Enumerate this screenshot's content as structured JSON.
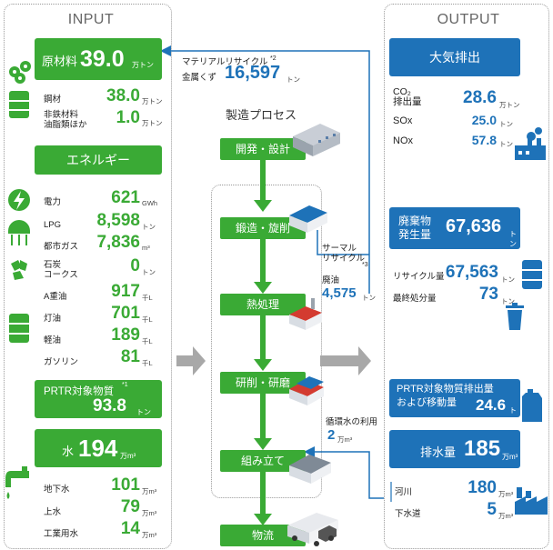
{
  "input": {
    "title": "INPUT",
    "raw_material": {
      "label": "原材料",
      "value": "39.0",
      "unit": "万トン"
    },
    "steel": {
      "label": "鋼材",
      "value": "38.0",
      "unit": "万トン"
    },
    "nonsteel": {
      "label": "非鉄材料\n油脂類ほか",
      "value": "1.0",
      "unit": "万トン"
    },
    "energy_label": "エネルギー",
    "energy_items": [
      {
        "label": "電力",
        "value": "621",
        "unit": "GWh"
      },
      {
        "label": "LPG",
        "value": "8,598",
        "unit": "トン"
      },
      {
        "label": "都市ガス",
        "value": "7,836",
        "unit": "m³"
      },
      {
        "label": "石炭\nコークス",
        "value": "0",
        "unit": "トン"
      },
      {
        "label": "A重油",
        "value": "917",
        "unit": "千L"
      },
      {
        "label": "灯油",
        "value": "701",
        "unit": "千L"
      },
      {
        "label": "軽油",
        "value": "189",
        "unit": "千L"
      },
      {
        "label": "ガソリン",
        "value": "81",
        "unit": "千L"
      }
    ],
    "prtr": {
      "label": "PRTR対象物質",
      "note": "*1",
      "value": "93.8",
      "unit": "トン"
    },
    "water": {
      "label": "水",
      "value": "194",
      "unit": "万m³"
    },
    "water_items": [
      {
        "label": "地下水",
        "value": "101",
        "unit": "万m³"
      },
      {
        "label": "上水",
        "value": "79",
        "unit": "万m³"
      },
      {
        "label": "工業用水",
        "value": "14",
        "unit": "万m³"
      }
    ]
  },
  "recycle": {
    "material_label": "マテリアルリサイクル",
    "material_note": "*2",
    "scrap_label": "金属くず",
    "scrap_value": "16,597",
    "scrap_unit": "トン",
    "thermal_label": "サーマル\nリサイクル",
    "thermal_note": "*3",
    "waste_oil_label": "廃油",
    "waste_oil_value": "4,575",
    "waste_oil_unit": "トン",
    "water_reuse_label": "循環水の利用",
    "water_reuse_value": "2",
    "water_reuse_unit": "万m³"
  },
  "process": {
    "title": "製造プロセス",
    "steps": [
      "開発・設計",
      "鍛造・旋削",
      "熱処理",
      "研削・研磨",
      "組み立て",
      "物流"
    ]
  },
  "output": {
    "title": "OUTPUT",
    "air_label": "大気排出",
    "air_items": [
      {
        "label": "CO₂\n排出量",
        "value": "28.6",
        "unit": "万トン"
      },
      {
        "label": "SOx",
        "value": "25.0",
        "unit": "トン"
      },
      {
        "label": "NOx",
        "value": "57.8",
        "unit": "トン"
      }
    ],
    "waste": {
      "label": "廃棄物\n発生量",
      "value": "67,636",
      "unit": "トン"
    },
    "recycled": {
      "label": "リサイクル量",
      "value": "67,563",
      "unit": "トン"
    },
    "final_disposal": {
      "label": "最終処分量",
      "value": "73",
      "unit": "トン"
    },
    "prtr": {
      "label": "PRTR対象物質排出量\nおよび移動量",
      "value": "24.6",
      "unit": "トン"
    },
    "drainage": {
      "label": "排水量",
      "value": "185",
      "unit": "万m³"
    },
    "drainage_items": [
      {
        "label": "河川",
        "value": "180",
        "unit": "万m³"
      },
      {
        "label": "下水道",
        "value": "5",
        "unit": "万m³"
      }
    ]
  },
  "colors": {
    "green": "#3aaa35",
    "blue": "#1e72b8",
    "gray": "#a0a0a0"
  }
}
